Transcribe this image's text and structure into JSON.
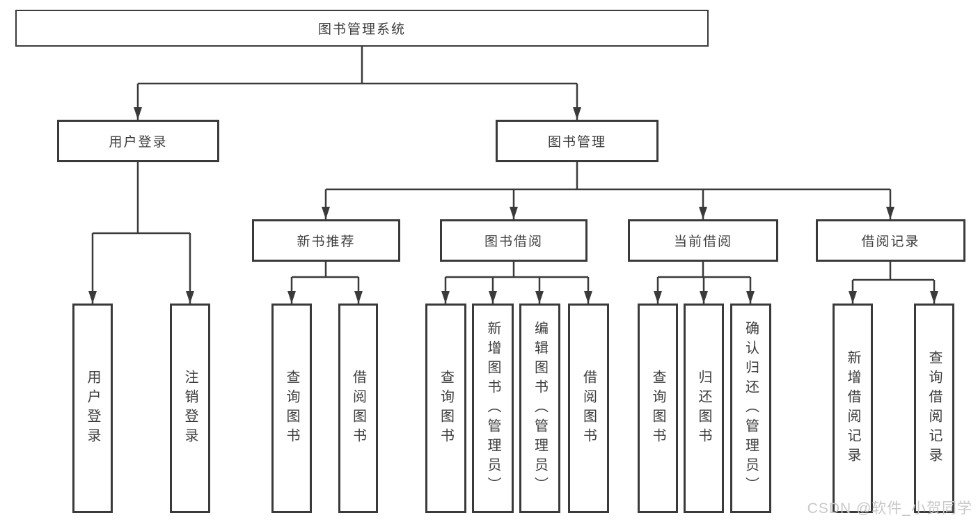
{
  "diagram": {
    "root": {
      "label": "图书管理系统"
    },
    "branches": [
      {
        "label": "用户登录",
        "children": [
          {
            "label": "用户登录"
          },
          {
            "label": "注销登录"
          }
        ]
      },
      {
        "label": "图书管理",
        "children": [
          {
            "label": "新书推荐",
            "children": [
              {
                "label": "查询图书"
              },
              {
                "label": "借阅图书"
              }
            ]
          },
          {
            "label": "图书借阅",
            "children": [
              {
                "label": "查询图书"
              },
              {
                "label": "新增图书（管理员）"
              },
              {
                "label": "编辑图书（管理员）"
              },
              {
                "label": "借阅图书"
              }
            ]
          },
          {
            "label": "当前借阅",
            "children": [
              {
                "label": "查询图书"
              },
              {
                "label": "归还图书"
              },
              {
                "label": "确认归还（管理员）"
              }
            ]
          },
          {
            "label": "借阅记录",
            "children": [
              {
                "label": "新增借阅记录"
              },
              {
                "label": "查询借阅记录"
              }
            ]
          }
        ]
      }
    ]
  },
  "watermark": {
    "text": "CSDN @软件_小贺同学"
  },
  "colors": {
    "line": "#3a3a3a",
    "text": "#3d3d3d",
    "watermark": "#c8c8c8",
    "background": "#ffffff"
  }
}
